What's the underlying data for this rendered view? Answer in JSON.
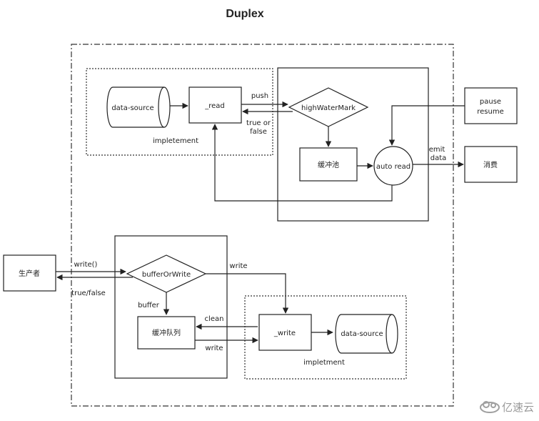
{
  "title": "Duplex",
  "nodes": {
    "read_source": "data-source",
    "read": "_read",
    "implement_top": "impletement",
    "high_water_mark": "highWaterMark",
    "buffer_pool": "缓冲池",
    "auto_read": "auto read",
    "pause": "pause",
    "resume": "resume",
    "consume": "消费",
    "producer": "生产者",
    "buffer_or_write": "bufferOrWrite",
    "buffer_queue": "缓冲队列",
    "write_fn": "_write",
    "write_source": "data-source",
    "implement_bottom": "impletment"
  },
  "edges": {
    "push": "push",
    "true_or": "true or",
    "false": "false",
    "emit": "emit",
    "data": "data",
    "write_call": "write()",
    "true_false": "true/false",
    "write_top": "write",
    "buffer": "buffer",
    "clean": "clean",
    "write_bottom": "write"
  },
  "watermark": {
    "text": "亿速云",
    "icon": "cloud-logo-icon"
  }
}
